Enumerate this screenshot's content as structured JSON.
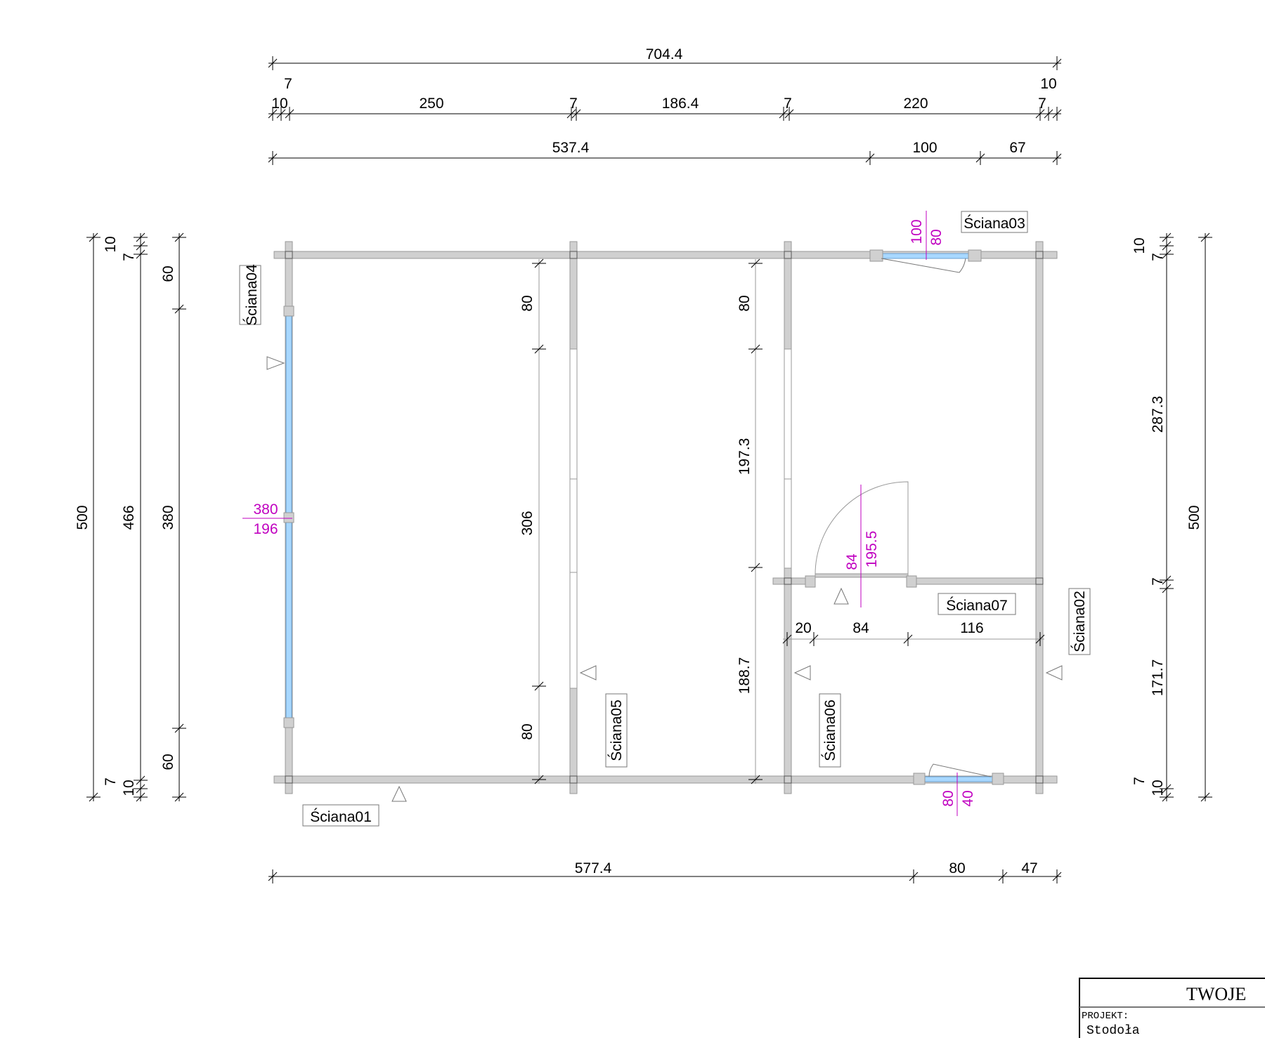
{
  "dimensions": {
    "top_total": "704.4",
    "top_row2": [
      "7",
      "10",
      "250",
      "7",
      "186.4",
      "7",
      "220",
      "7",
      "10"
    ],
    "top_row3": [
      "537.4",
      "100",
      "67"
    ],
    "bottom_row": [
      "577.4",
      "80",
      "47"
    ],
    "left_outer": "500",
    "left_mid": [
      "10",
      "7",
      "466",
      "7",
      "10"
    ],
    "left_inner": [
      "60",
      "380",
      "60"
    ],
    "wall05_dims": [
      "80",
      "306",
      "80"
    ],
    "wall06_dims": [
      "80",
      "197.3",
      "188.7"
    ],
    "room_width": [
      "20",
      "84",
      "116"
    ],
    "right_mid": [
      "10",
      "7",
      "287.3",
      "7",
      "171.7",
      "7",
      "10"
    ],
    "right_outer": "500"
  },
  "openings": {
    "left_window": [
      "380",
      "196"
    ],
    "top_window": [
      "100",
      "80"
    ],
    "door": [
      "84",
      "195.5"
    ],
    "bottom_window": [
      "80",
      "40"
    ]
  },
  "walls": {
    "w01": "Ściana01",
    "w02": "Ściana02",
    "w03": "Ściana03",
    "w04": "Ściana04",
    "w05": "Ściana05",
    "w06": "Ściana06",
    "w07": "Ściana07"
  },
  "title_block": {
    "company": "TWOJE",
    "project_label": "PROJEKT:",
    "project_name": "Stodoła"
  }
}
